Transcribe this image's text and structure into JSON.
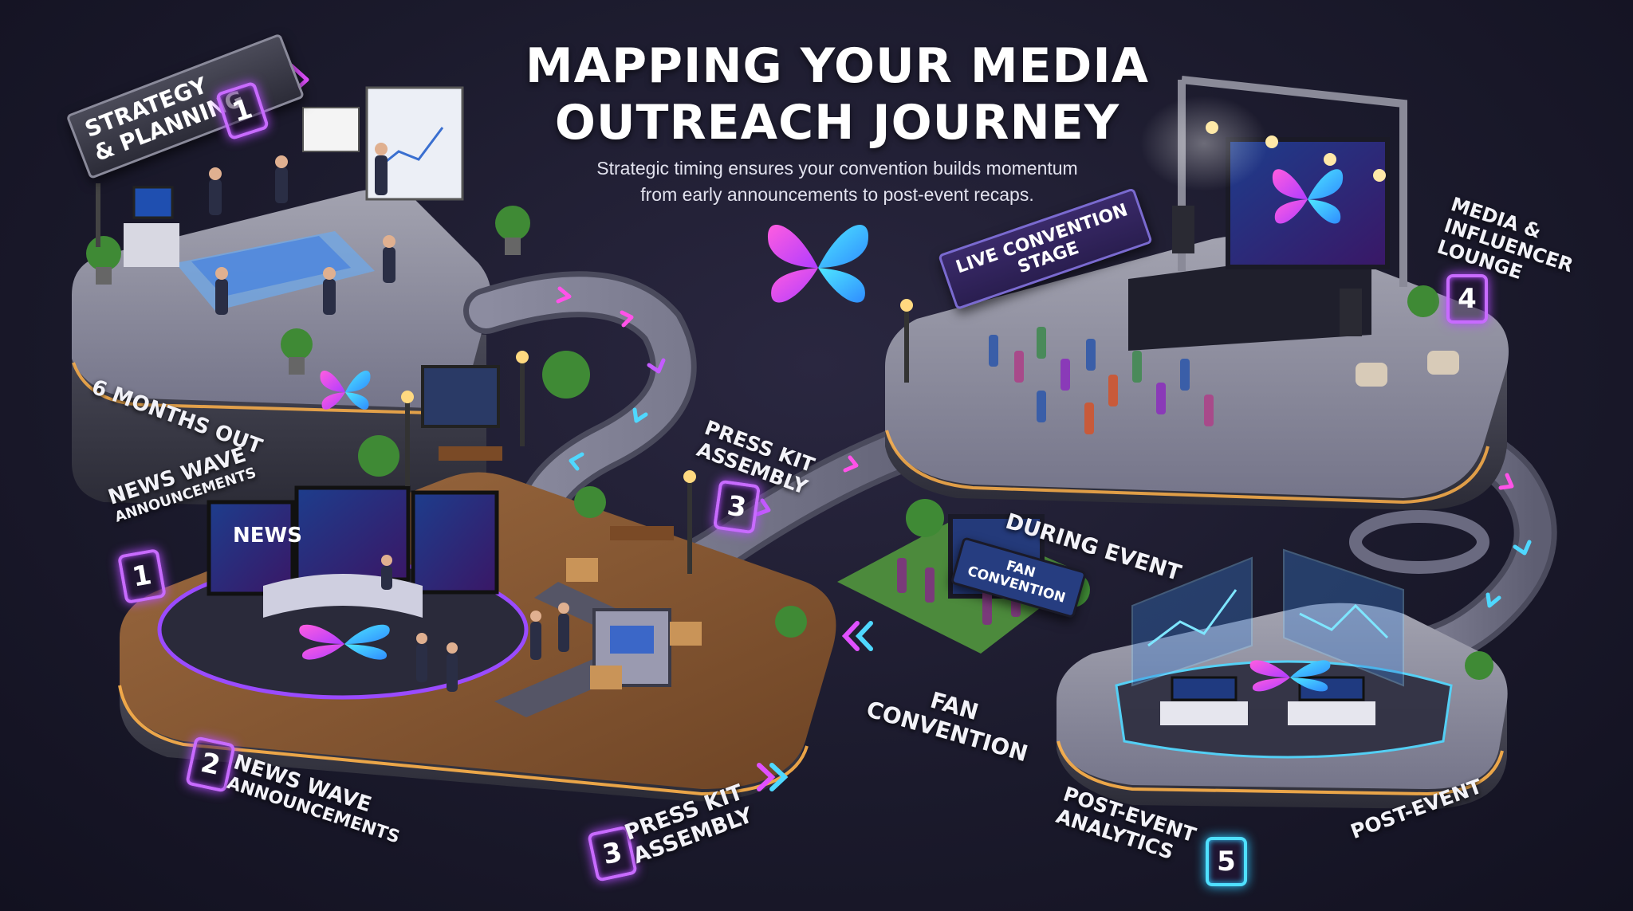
{
  "title": {
    "line1": "MAPPING YOUR MEDIA",
    "line2": "OUTREACH JOURNEY"
  },
  "subtitle": {
    "line1": "Strategic timing ensures your convention builds momentum",
    "line2": "from early announcements to post-event recaps."
  },
  "signs": {
    "strategy": {
      "line1": "STRATEGY",
      "line2": "& PLANNING",
      "number": "1"
    },
    "live_stage": {
      "line1": "LIVE CONVENTION",
      "line2": "STAGE"
    },
    "fan_convention": {
      "line1": "FAN",
      "line2": "CONVENTION"
    },
    "news_screen": "NEWS"
  },
  "labels": {
    "six_months_out": "6 MONTHS OUT",
    "news_wave_upper": {
      "line1": "NEWS WAVE",
      "line2": "ANNOUNCEMENTS",
      "number": "1"
    },
    "news_wave_lower": {
      "line1": "NEWS WAVE",
      "line2": "ANNOUNCEMENTS",
      "number": "2"
    },
    "press_kit_upper": {
      "line1": "PRESS KIT",
      "line2": "ASSEMBLY",
      "number": "3"
    },
    "press_kit_lower": {
      "line1": "PRESS KIT",
      "line2": "ASSEMBLY",
      "number": "3"
    },
    "fan_convention": {
      "line1": "FAN",
      "line2": "CONVENTION"
    },
    "during_event": "DURING EVENT",
    "media_lounge": {
      "line1": "MEDIA &",
      "line2": "INFLUENCER",
      "line3": "LOUNGE",
      "number": "4"
    },
    "post_event_analytics": {
      "line1": "POST-EVENT",
      "line2": "ANALYTICS",
      "number": "5"
    },
    "post_event": "POST-EVENT"
  },
  "icons": [
    "butterfly-logo-icon",
    "arrow-right-icon",
    "chevron-right-icon",
    "chevron-left-icon"
  ],
  "colors": {
    "magenta": "#e040ff",
    "cyan": "#3fd8ff",
    "violet": "#a855f7",
    "platform_top": "#8e8e9c",
    "wood": "#8a5a34",
    "background": "#1b1a2c"
  }
}
